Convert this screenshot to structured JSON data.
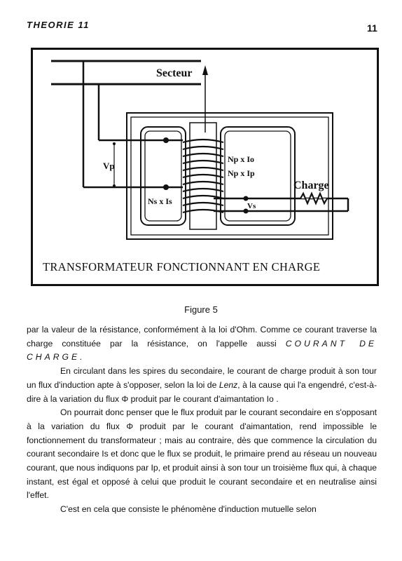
{
  "header": {
    "chapter": "THEORIE 11",
    "page_number": "11"
  },
  "figure": {
    "labels": {
      "secteur": "Secteur",
      "vp": "Vp",
      "np_io": "Np x Io",
      "np_ip": "Np x Ip",
      "ns_is": "Ns x Is",
      "vs": "Vs",
      "charge": "Charge"
    },
    "title": "TRANSFORMATEUR FONCTIONNANT EN CHARGE",
    "caption": "Figure 5"
  },
  "body": {
    "p1_a": "par la valeur de la résistance, conformément à la loi d'Ohm. Comme ce courant traverse la charge constituée par la résistance, on l'appelle aussi",
    "p1_em": "COURANT DE CHARGE.",
    "p2_a": "En circulant dans les spires du secondaire, le courant de charge produit à son tour un flux d'induction apte à s'opposer, selon la loi de",
    "p2_lenz": "Lenz",
    "p2_b": ", à la cause qui l'a engendré, c'est-à-dire à la variation du flux Φ produit par le courant d'aimantation Io .",
    "p3": "On pourrait donc penser que le flux produit par le courant secondaire en s'opposant à la variation du flux Φ produit par le courant d'aimantation, rend impossible le fonctionnement du transformateur ; mais au contraire, dès que commence la circulation du courant secondaire Is et donc que le flux se produit, le primaire prend au réseau un nouveau courant, que nous indiquons par Ip, et produit ainsi à son tour un troisième flux qui, à chaque instant, est égal et opposé à celui que produit le courant secondaire et en neutralise ainsi l'effet.",
    "p4": "C'est en cela que consiste le phénomène d'induction mutuelle selon"
  }
}
